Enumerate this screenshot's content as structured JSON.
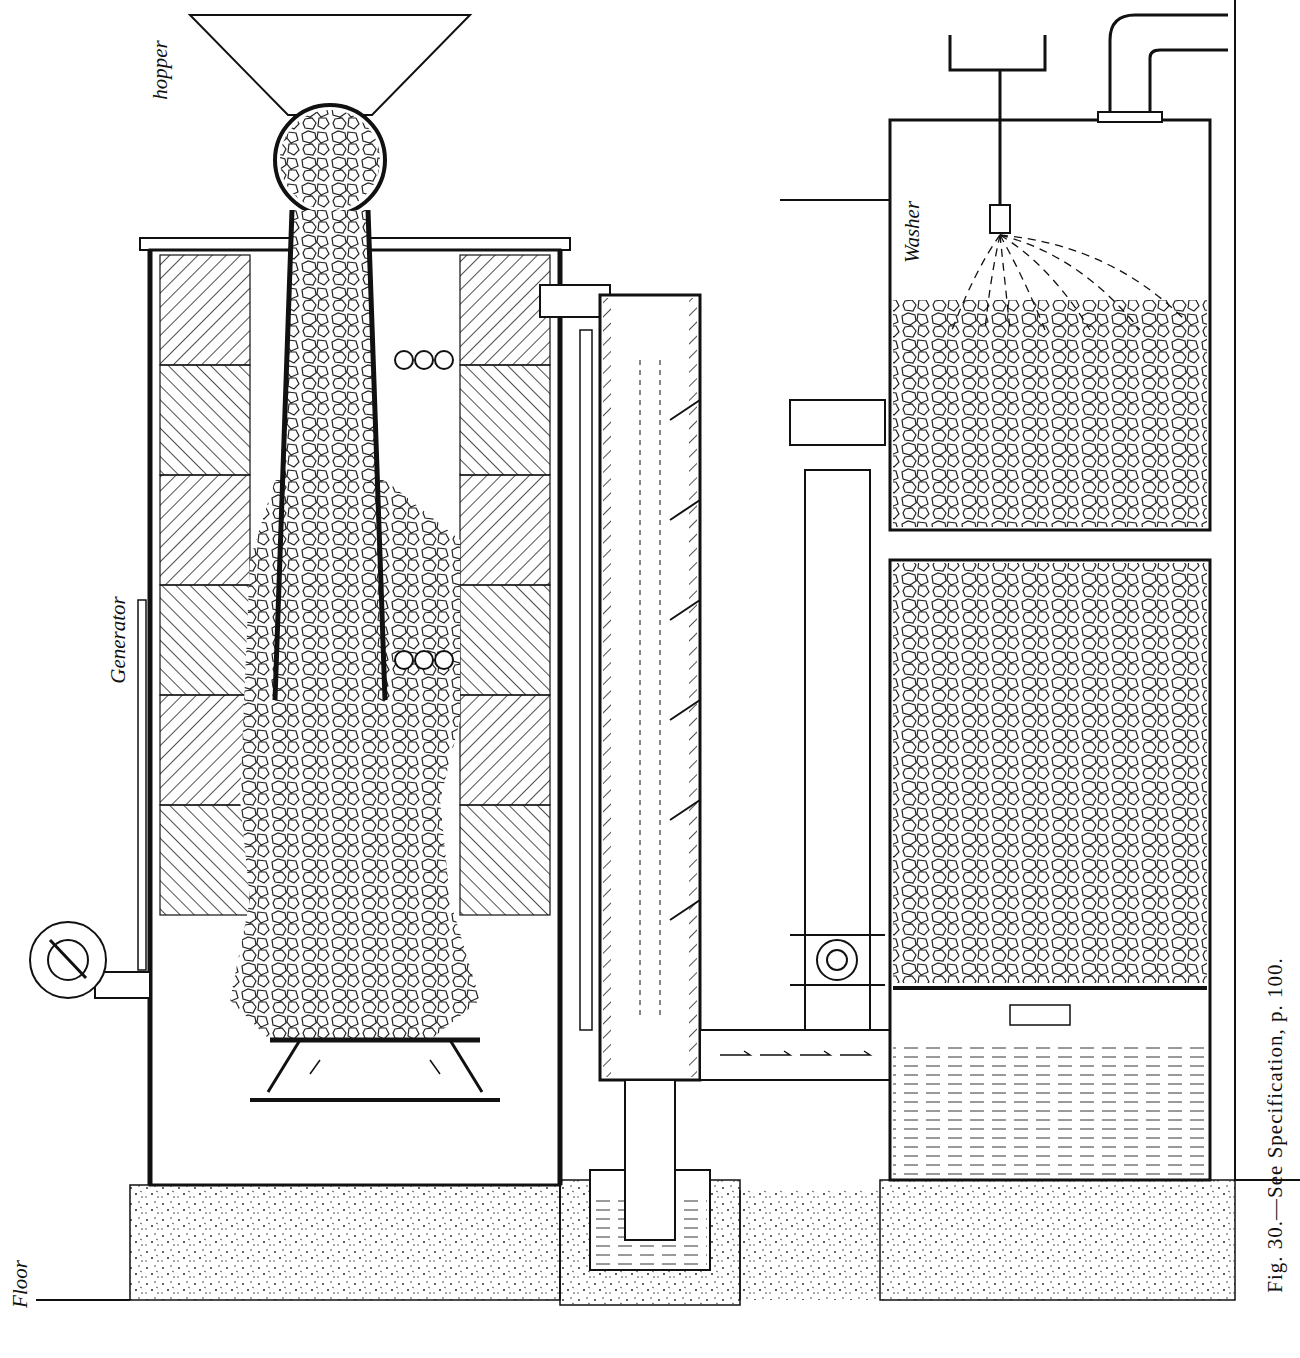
{
  "diagram": {
    "caption": "Fig. 30.—See Specification, p. 100.",
    "labels": [
      "hopper",
      "Generator",
      "Washer",
      "Floor"
    ]
  }
}
